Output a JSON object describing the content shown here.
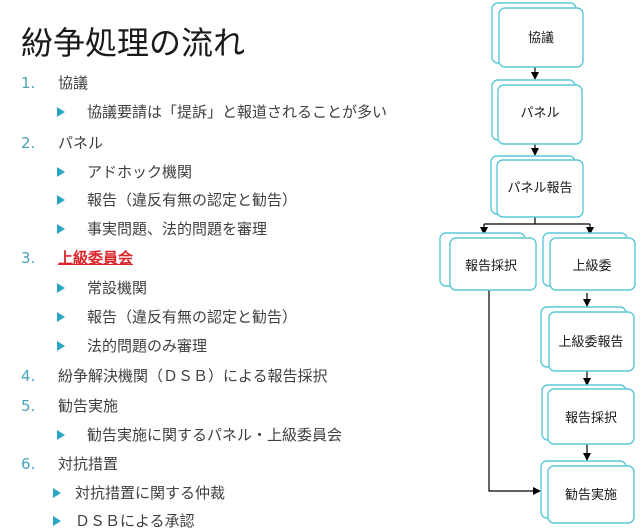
{
  "slide": {
    "title": "紛争処理の流れ",
    "outline": [
      {
        "num": "1.",
        "text": "協議",
        "children": [
          "協議要請は「提訴」と報道されることが多い"
        ]
      },
      {
        "num": "2.",
        "text": "パネル",
        "children": [
          "アドホック機関",
          "報告（違反有無の認定と勧告）",
          "事実問題、法的問題を審理"
        ]
      },
      {
        "num": "3.",
        "text": "上級委員会",
        "highlight": true,
        "children": [
          "常設機関",
          "報告（違反有無の認定と勧告）",
          "法的問題のみ審理"
        ]
      },
      {
        "num": "4.",
        "text": "紛争解決機関（ＤＳＢ）による報告採択",
        "children": []
      },
      {
        "num": "5.",
        "text": "勧告実施",
        "children": [
          "勧告実施に関するパネル・上級委員会"
        ]
      },
      {
        "num": "6.",
        "text": "対抗措置",
        "children": [
          "対抗措置に関する仲裁",
          "ＤＳＢによる承認"
        ]
      }
    ]
  },
  "flow": {
    "accent": "#5bc8d8",
    "nodes": {
      "kyogi": "協議",
      "panel": "パネル",
      "panel_report": "パネル報告",
      "report_adopt_left": "報告採択",
      "appellate": "上級委",
      "appellate_report": "上級委報告",
      "report_adopt_right": "報告採択",
      "implementation": "勧告実施"
    }
  }
}
